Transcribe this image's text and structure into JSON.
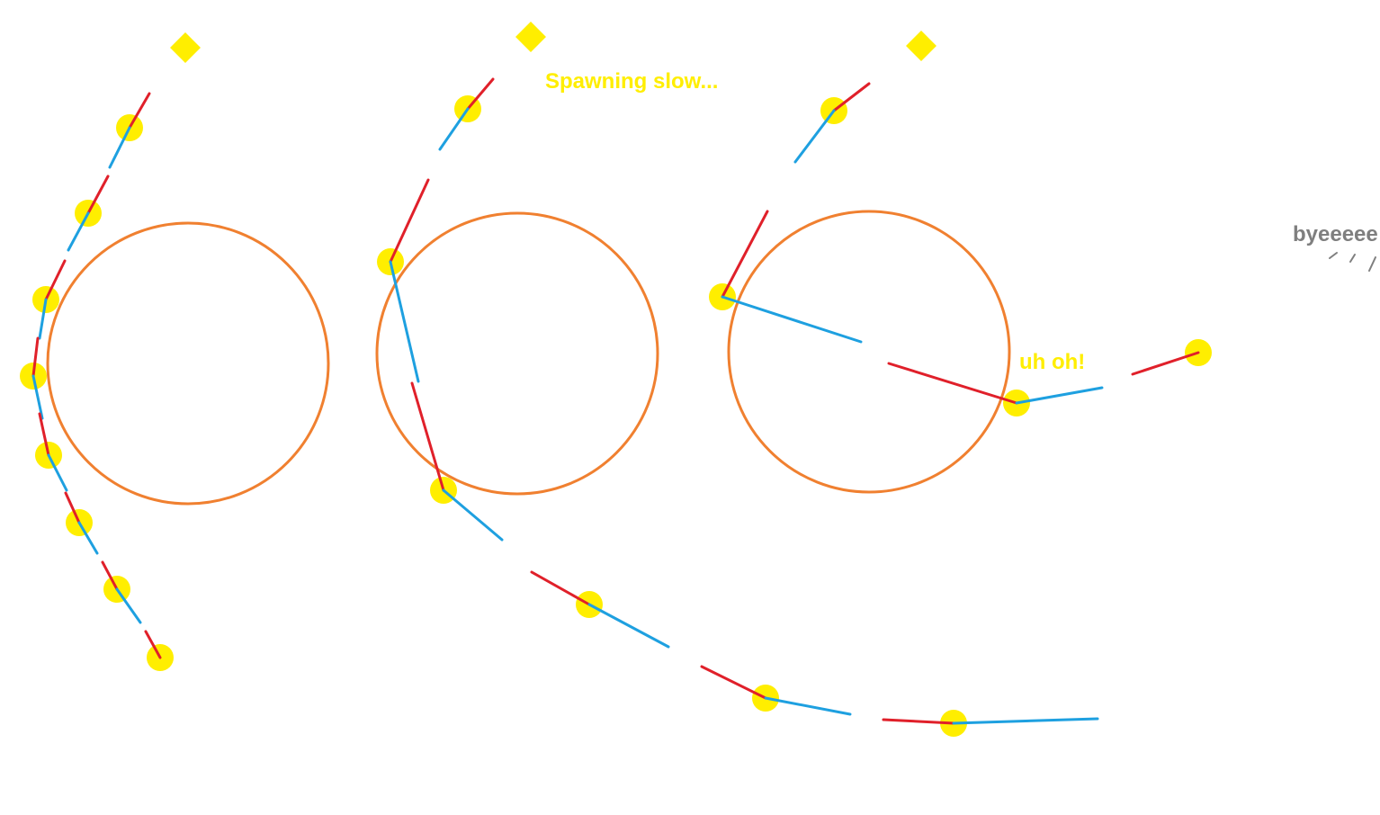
{
  "labels": {
    "spawning": "Spawning slow...",
    "uh_oh": "uh oh!",
    "bye": "byeeeee"
  },
  "colors": {
    "orbit": "#f08030",
    "red_segment": "#e0202a",
    "blue_segment": "#1ea0e0",
    "projectile": "#ffee00",
    "spawner": "#ffee00",
    "bye_text": "#7f7f7f"
  },
  "icons": {
    "spawner": "yellow-diamond",
    "projectile": "yellow-dot"
  },
  "panels": [
    {
      "name": "normal-spawn",
      "caption": ""
    },
    {
      "name": "slow-spawn",
      "caption": "Spawning slow..."
    },
    {
      "name": "escape",
      "caption": "uh oh!"
    }
  ]
}
